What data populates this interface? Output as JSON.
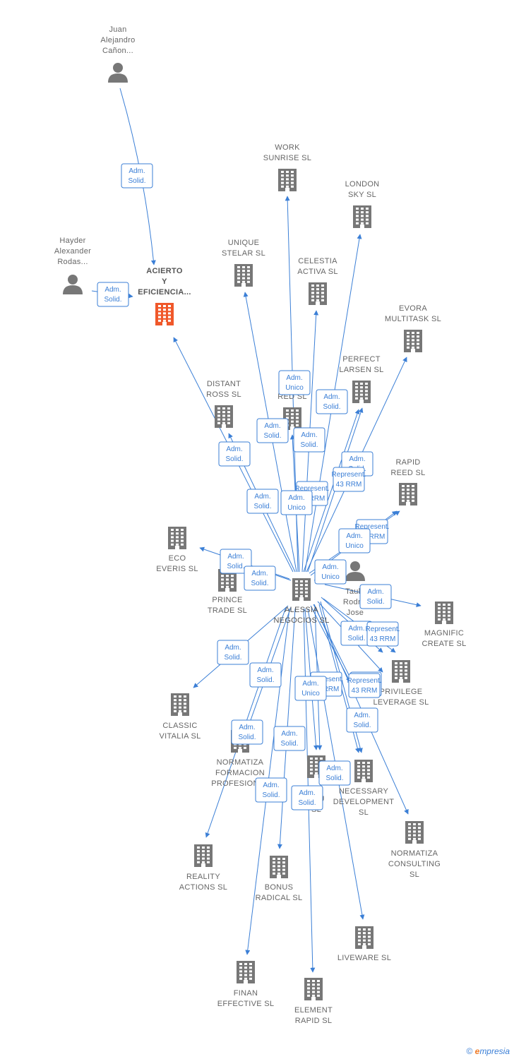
{
  "colors": {
    "edge": "#3b7fd6",
    "company": "#777777",
    "focus": "#f0582a",
    "person": "#777777"
  },
  "nodes": [
    {
      "id": "juan",
      "type": "person",
      "label": [
        "Juan",
        "Alejandro",
        "Cañon..."
      ]
    },
    {
      "id": "hayder",
      "type": "person",
      "label": [
        "Hayder",
        "Alexander",
        "Rodas..."
      ]
    },
    {
      "id": "acierto",
      "type": "focus",
      "label": [
        "ACIERTO",
        "Y",
        "EFICIENCIA..."
      ]
    },
    {
      "id": "work",
      "type": "company",
      "label": [
        "WORK",
        "SUNRISE  SL"
      ]
    },
    {
      "id": "london",
      "type": "company",
      "label": [
        "LONDON",
        "SKY  SL"
      ]
    },
    {
      "id": "unique",
      "type": "company",
      "label": [
        "UNIQUE",
        "STELAR  SL"
      ]
    },
    {
      "id": "celestia",
      "type": "company",
      "label": [
        "CELESTIA",
        "ACTIVA  SL"
      ]
    },
    {
      "id": "evora",
      "type": "company",
      "label": [
        "EVORA",
        "MULTITASK  SL"
      ]
    },
    {
      "id": "perfect",
      "type": "company",
      "label": [
        "PERFECT",
        "LARSEN  SL"
      ]
    },
    {
      "id": "distant",
      "type": "company",
      "label": [
        "DISTANT",
        "ROSS  SL"
      ]
    },
    {
      "id": "red",
      "type": "company",
      "label": [
        "S",
        "RED  SL"
      ]
    },
    {
      "id": "rapid",
      "type": "company",
      "label": [
        "RAPID",
        "REED  SL"
      ]
    },
    {
      "id": "eco",
      "type": "company",
      "label": [
        "ECO",
        "EVERIS  SL"
      ]
    },
    {
      "id": "prince",
      "type": "company",
      "label": [
        "PRINCE",
        "TRADE  SL"
      ]
    },
    {
      "id": "alessia",
      "type": "center",
      "label": [
        "ALESSIA",
        "NEGOCIOS  SL"
      ]
    },
    {
      "id": "taule",
      "type": "person",
      "label": [
        "Taule",
        "Rodrig",
        "Jose"
      ]
    },
    {
      "id": "magnific",
      "type": "company",
      "label": [
        "MAGNIFIC",
        "CREATE  SL"
      ]
    },
    {
      "id": "privilege",
      "type": "company",
      "label": [
        "PRIVILEGE",
        "LEVERAGE  SL"
      ]
    },
    {
      "id": "classic",
      "type": "company",
      "label": [
        "CLASSIC",
        "VITALIA  SL"
      ]
    },
    {
      "id": "normform",
      "type": "company",
      "label": [
        "NORMATIZA",
        "FORMACION",
        "PROFESIONAL"
      ]
    },
    {
      "id": "ntsol",
      "type": "company",
      "label": [
        "NT",
        "OLU",
        "SL"
      ]
    },
    {
      "id": "necessary",
      "type": "company",
      "label": [
        "NECESSARY",
        "DEVELOPMENT",
        "SL"
      ]
    },
    {
      "id": "normcons",
      "type": "company",
      "label": [
        "NORMATIZA",
        "CONSULTING",
        "SL"
      ]
    },
    {
      "id": "reality",
      "type": "company",
      "label": [
        "REALITY",
        "ACTIONS  SL"
      ]
    },
    {
      "id": "bonus",
      "type": "company",
      "label": [
        "BONUS",
        "RADICAL  SL"
      ]
    },
    {
      "id": "liveware",
      "type": "company",
      "label": [
        "LIVEWARE  SL"
      ]
    },
    {
      "id": "finan",
      "type": "company",
      "label": [
        "FINAN",
        "EFFECTIVE  SL"
      ]
    },
    {
      "id": "element",
      "type": "company",
      "label": [
        "ELEMENT",
        "RAPID  SL"
      ]
    }
  ],
  "edge_labels": [
    [
      "Adm.",
      "Solid."
    ],
    [
      "Adm.",
      "Solid."
    ],
    [
      "Adm.",
      "Unico"
    ],
    [
      "Adm.",
      "Solid."
    ],
    [
      "Adm.",
      "Solid."
    ],
    [
      "Adm.",
      "Solid."
    ],
    [
      "Adm.",
      "Solid."
    ],
    [
      "Represent.",
      "43 RRM"
    ],
    [
      "Adm.",
      "Solid."
    ],
    [
      "Adm.",
      "Solid."
    ],
    [
      "Adm.",
      "Unico"
    ],
    [
      "Represent.",
      "43 RRM"
    ],
    [
      "Represent.",
      "43 RRM"
    ],
    [
      "Adm.",
      "Unico"
    ],
    [
      "Adm.",
      "Unico"
    ],
    [
      "Adm.",
      "Solid."
    ],
    [
      "Adm.",
      "Solid."
    ],
    [
      "Adm.",
      "Solid."
    ],
    [
      "Adm.",
      "Solid."
    ],
    [
      "Represent.",
      "43 RRM"
    ],
    [
      "Adm.",
      "Unico"
    ],
    [
      "Adm.",
      "Solid."
    ],
    [
      "Adm.",
      "Solid."
    ],
    [
      "Represent.",
      "43 RRM"
    ],
    [
      "Represent.",
      "43 RRM"
    ],
    [
      "Adm.",
      "Unico"
    ],
    [
      "Adm.",
      "Solid."
    ],
    [
      "Adm.",
      "Solid."
    ],
    [
      "Adm.",
      "Solid."
    ],
    [
      "Adm.",
      "Solid."
    ],
    [
      "Adm.",
      "Solid."
    ],
    [
      "Adm.",
      "Solid."
    ]
  ],
  "footer": {
    "copyright": "©",
    "brand_e": "e",
    "brand_rest": "mpresia"
  }
}
